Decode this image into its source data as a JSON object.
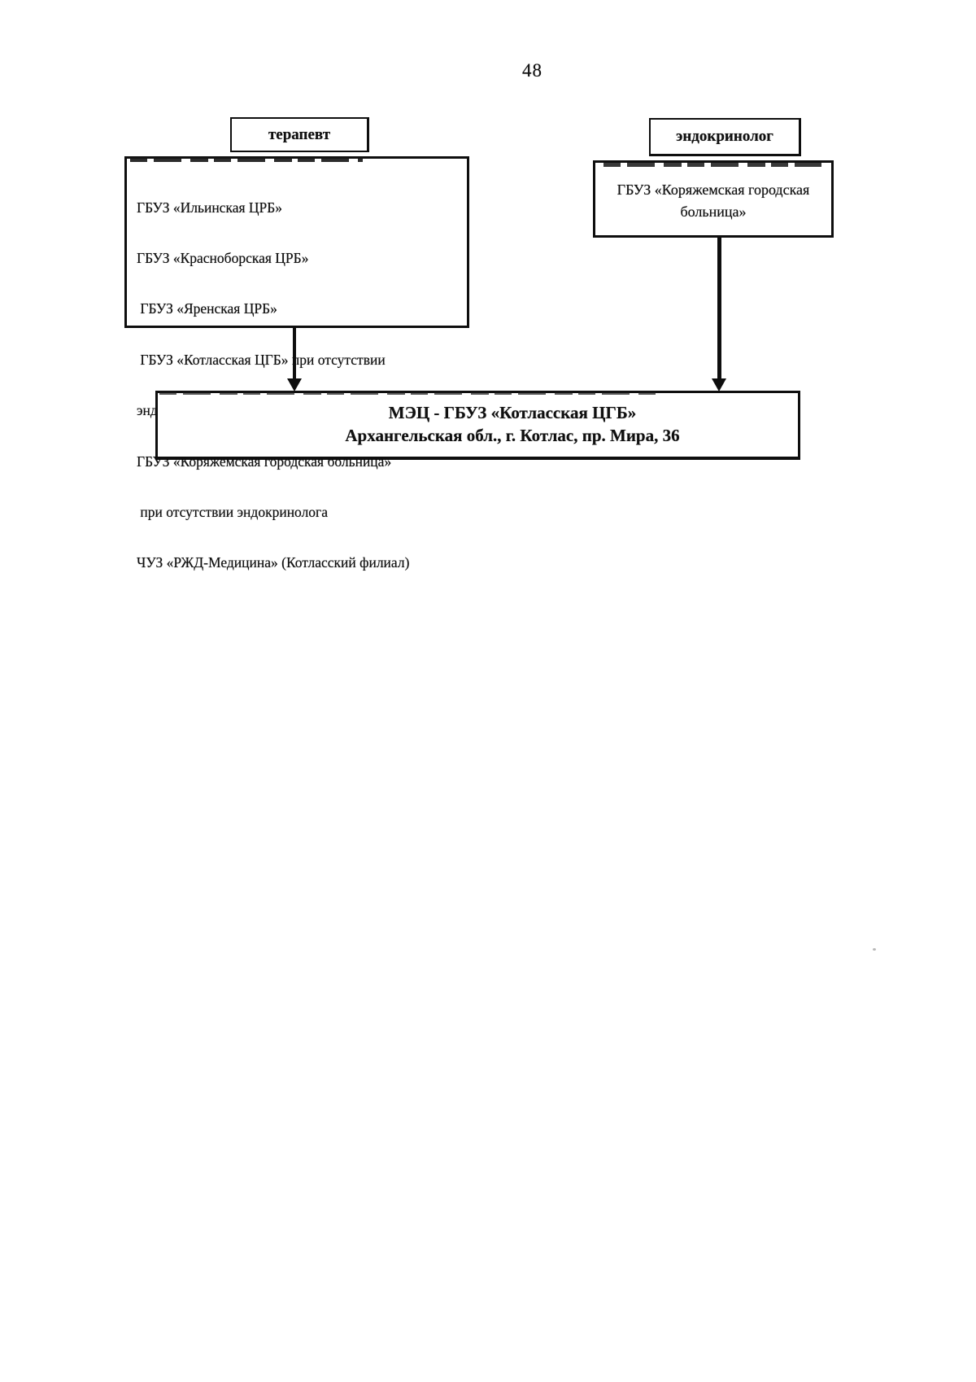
{
  "page": {
    "number": "48"
  },
  "colors": {
    "ink": "#101010",
    "paper": "#ffffff"
  },
  "diagram": {
    "therapist": {
      "header": "терапевт",
      "lines": [
        "ГБУЗ «Ильинская ЦРБ»",
        "ГБУЗ «Красноборская ЦРБ»",
        " ГБУЗ «Яренская ЦРБ»",
        " ГБУЗ «Котласская ЦГБ» при отсутствии",
        "эндокринолога",
        "ГБУЗ «Коряжемская городская больница»",
        " при отсутствии эндокринолога",
        "ЧУЗ «РЖД-Медицина» (Котласский филиал)"
      ]
    },
    "endocrinologist": {
      "header": "эндокринолог",
      "lines": [
        "ГБУЗ «Коряжемская городская",
        "больница»"
      ]
    },
    "expert_center": {
      "title": "МЭЦ - ГБУЗ «Котласская ЦГБ»",
      "address": "Архангельская обл., г. Котлас, пр. Мира, 36"
    }
  }
}
